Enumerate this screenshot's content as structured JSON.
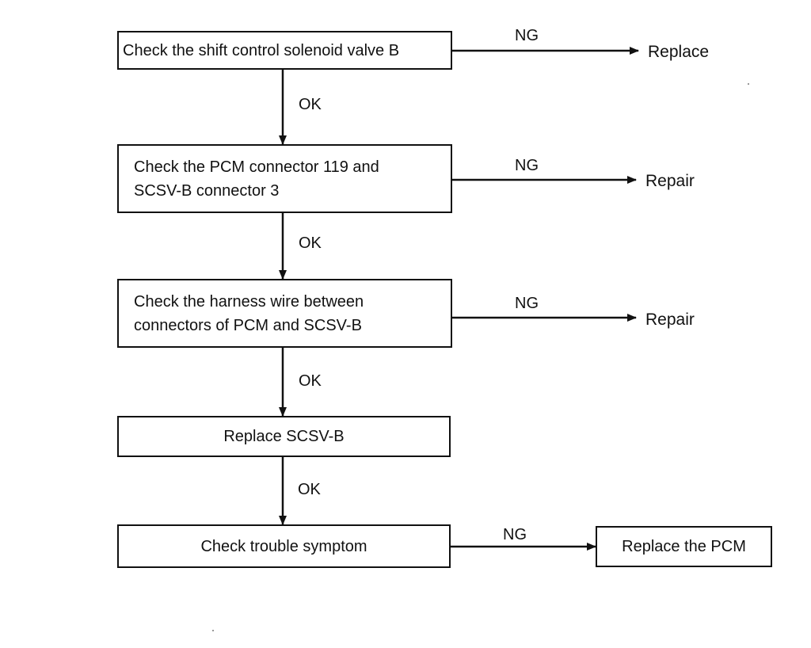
{
  "steps": [
    {
      "lines": [
        "Check the shift control solenoid valve B"
      ]
    },
    {
      "lines": [
        "Check the PCM connector 119 and",
        "SCSV-B connector 3"
      ]
    },
    {
      "lines": [
        "Check the harness wire between",
        "connectors of PCM and SCSV-B"
      ]
    },
    {
      "lines": [
        "Replace SCSV-B"
      ]
    },
    {
      "lines": [
        "Check trouble symptom"
      ]
    }
  ],
  "branches": [
    {
      "label": "NG",
      "result": "Replace"
    },
    {
      "label": "NG",
      "result": "Repair"
    },
    {
      "label": "NG",
      "result": "Repair"
    },
    {
      "label": "NG",
      "result": "Replace the PCM"
    }
  ],
  "ok_labels": [
    "OK",
    "OK",
    "OK",
    "OK"
  ]
}
